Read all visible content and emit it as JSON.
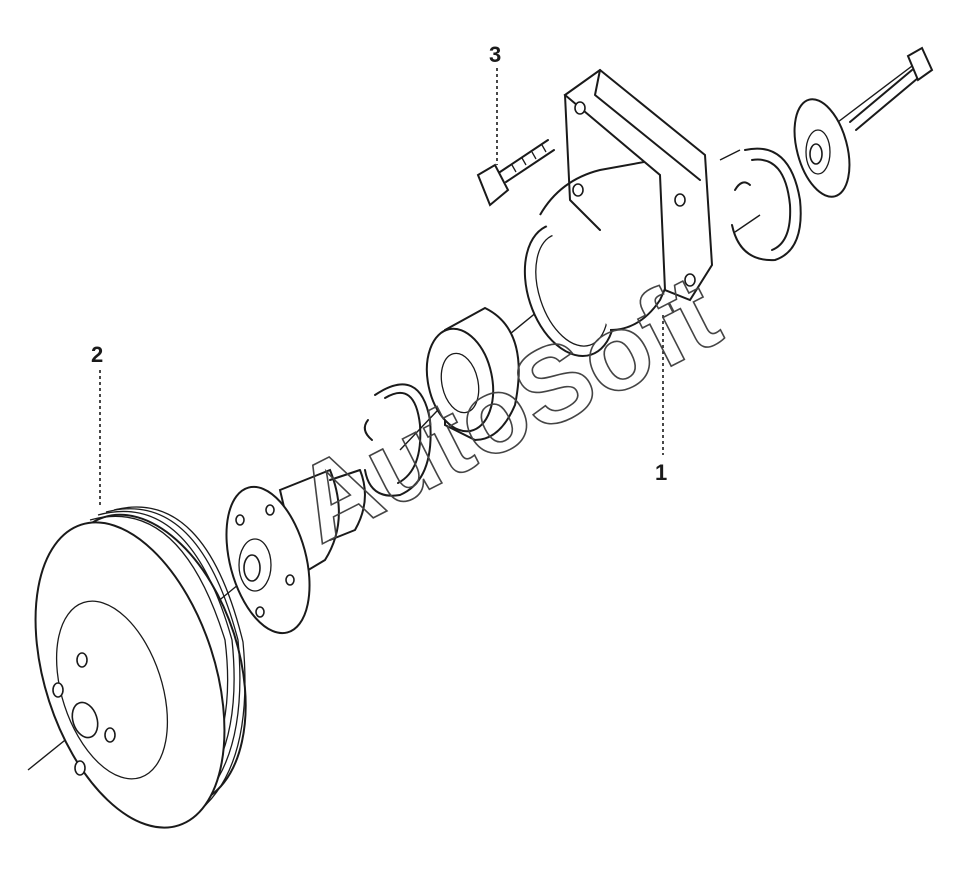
{
  "callouts": [
    {
      "id": "1",
      "text": "1"
    },
    {
      "id": "2",
      "text": "2"
    },
    {
      "id": "3",
      "text": "3"
    }
  ],
  "watermark": "AutoSoft",
  "colors": {
    "line": "#1a1a1a",
    "background": "#ffffff",
    "watermark": "#444444"
  }
}
